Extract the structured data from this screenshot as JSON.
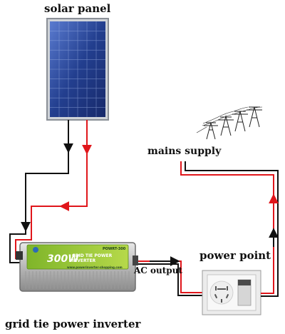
{
  "labels": {
    "solar_panel": "solar panel",
    "mains_supply": "mains supply",
    "power_point": "power point",
    "ac_output": "AC output",
    "grid_tie_inverter": "grid tie power inverter"
  },
  "inverter_face": {
    "power_rating": "300W",
    "product_name": "GRID TIE POWER INVERTER",
    "model": "POWRT-300",
    "url": "www.powerinverter-shopping.com"
  },
  "colors": {
    "positive_wire": "#e0161b",
    "negative_wire": "#111111",
    "panel_cell": "#2a4a9a",
    "inverter_label": "#9acd32"
  }
}
